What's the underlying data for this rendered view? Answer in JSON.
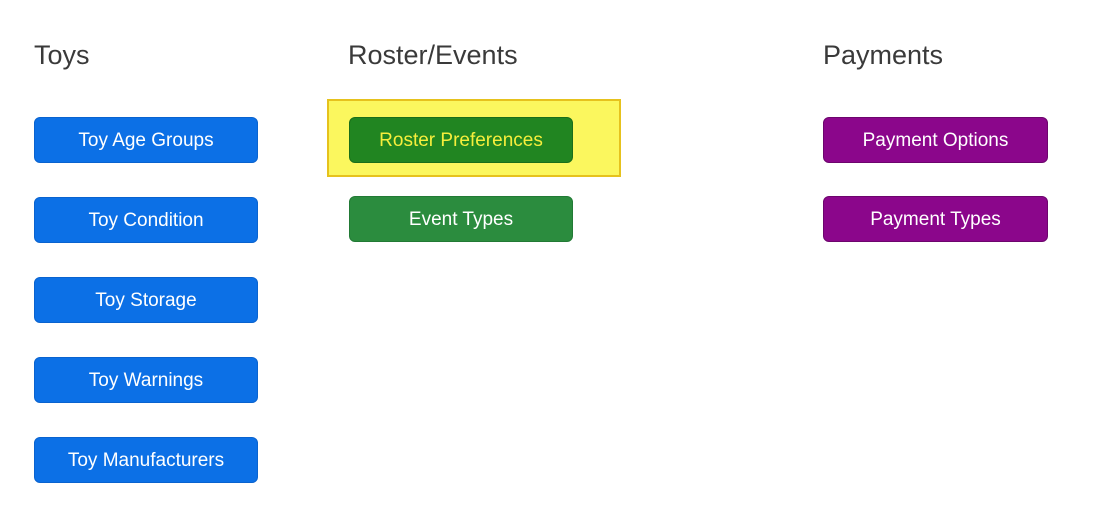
{
  "page": {
    "background": "#ffffff"
  },
  "columns": [
    {
      "heading": "Toys",
      "button_color": "#0c70e6",
      "button_text_color": "#ffffff",
      "buttons": [
        {
          "label": "Toy Age Groups"
        },
        {
          "label": "Toy Condition"
        },
        {
          "label": "Toy Storage"
        },
        {
          "label": "Toy Warnings"
        },
        {
          "label": "Toy Manufacturers"
        }
      ]
    },
    {
      "heading": "Roster/Events",
      "buttons": [
        {
          "label": "Roster Preferences",
          "color": "#218521",
          "text_color": "#f6ee3c",
          "highlighted": true
        },
        {
          "label": "Event Types",
          "color": "#2b8c3e",
          "text_color": "#ffffff",
          "highlighted": false
        }
      ]
    },
    {
      "heading": "Payments",
      "button_color": "#8b068b",
      "button_text_color": "#ffffff",
      "buttons": [
        {
          "label": "Payment Options"
        },
        {
          "label": "Payment Types"
        }
      ]
    }
  ],
  "highlight": {
    "fill": "#fbf75e",
    "border": "#e6c21d"
  }
}
